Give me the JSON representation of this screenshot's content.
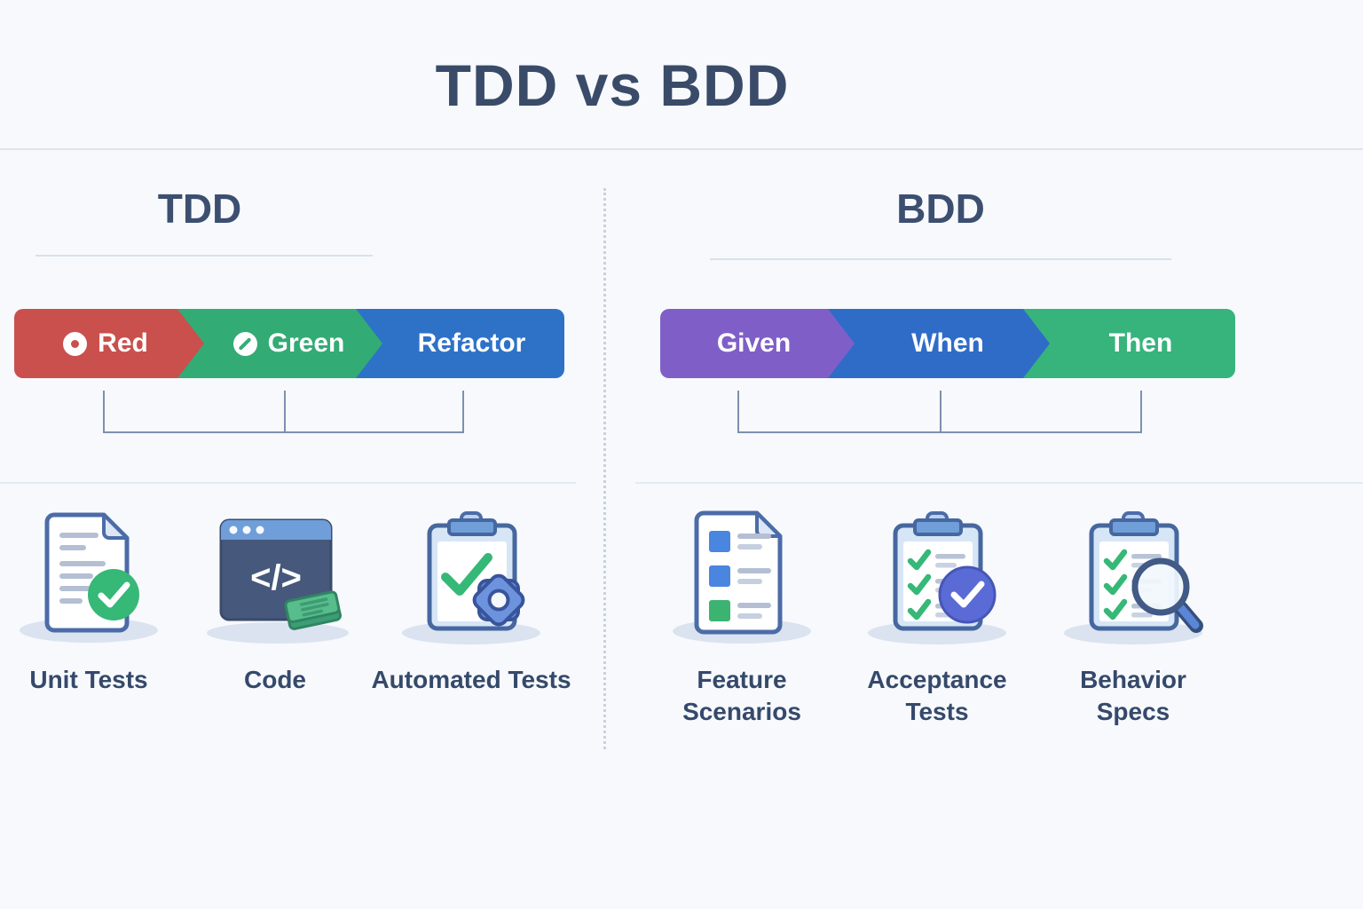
{
  "title": "TDD vs BDD",
  "columns": {
    "tdd": {
      "heading": "TDD",
      "chevrons": [
        {
          "label": "Red",
          "color": "#c9504c",
          "icon": "record-dot-icon"
        },
        {
          "label": "Green",
          "color": "#33ab74",
          "icon": "slash-circle-icon"
        },
        {
          "label": "Refactor",
          "color": "#2e72c8",
          "icon": null
        }
      ],
      "items": [
        {
          "label": "Unit Tests",
          "icon": "document-check-icon"
        },
        {
          "label": "Code",
          "icon": "code-window-icon"
        },
        {
          "label": "Automated Tests",
          "icon": "clipboard-gear-icon"
        }
      ]
    },
    "bdd": {
      "heading": "BDD",
      "chevrons": [
        {
          "label": "Given",
          "color": "#7f5fc7",
          "icon": null
        },
        {
          "label": "When",
          "color": "#2e6cc8",
          "icon": null
        },
        {
          "label": "Then",
          "color": "#37b37c",
          "icon": null
        }
      ],
      "items": [
        {
          "label": "Feature Scenarios",
          "icon": "feature-list-document-icon"
        },
        {
          "label": "Acceptance Tests",
          "icon": "clipboard-check-badge-icon"
        },
        {
          "label": "Behavior Specs",
          "icon": "clipboard-magnifier-icon"
        }
      ]
    }
  },
  "code_glyph": "</>",
  "colors": {
    "background": "#f7f9fc",
    "heading_text": "#394b68",
    "label_text": "#35496b",
    "bracket_line": "#7e90b0",
    "divider_line": "#dde4ee",
    "dotted_divider": "#c8d1e0",
    "chevron_red": "#c9504c",
    "chevron_green": "#33ab74",
    "chevron_blue": "#2e72c8",
    "chevron_purple": "#7f5fc7",
    "check_green": "#36b877",
    "icon_outline_blue": "#4c6ca8",
    "gear_blue": "#6d93de",
    "badge_indigo": "#5b6bd5",
    "shadow": "#dbe3f0"
  }
}
